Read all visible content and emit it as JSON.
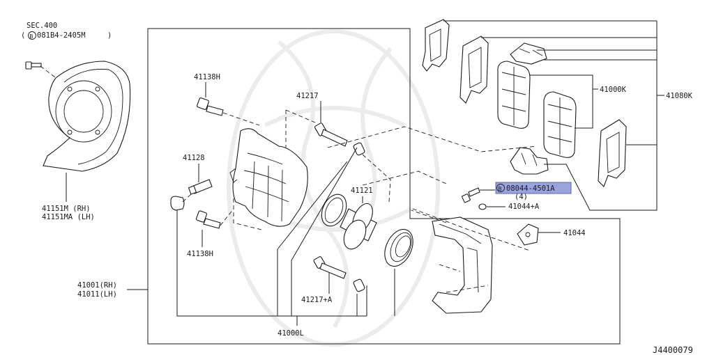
{
  "diagram": {
    "figure_code": "J4400079",
    "labels": {
      "sec": "SEC.400",
      "bolt_ref_open": "(",
      "bolt_ref_circle": "B",
      "bolt_ref": "081B4-2405M",
      "bolt_ref_close": ")",
      "l41151m": "41151M  (RH)",
      "l41151ma": "41151MA (LH)",
      "l41138h_top": "41138H",
      "l41217": "41217",
      "l41128": "41128",
      "l41138h_bot": "41138H",
      "l41121": "41121",
      "l41217a": "41217+A",
      "l41001": "41001(RH)",
      "l41011": "41011(LH)",
      "l41000l": "41000L",
      "l41000k": "41000K",
      "l41080k": "41080K",
      "bolt_circle": "B",
      "bolt_08044": "08044-4501A",
      "bolt_qty": "(4)",
      "l41044a": "41044+A",
      "l41044": "41044"
    },
    "highlight_color": "#9aa3dc"
  }
}
